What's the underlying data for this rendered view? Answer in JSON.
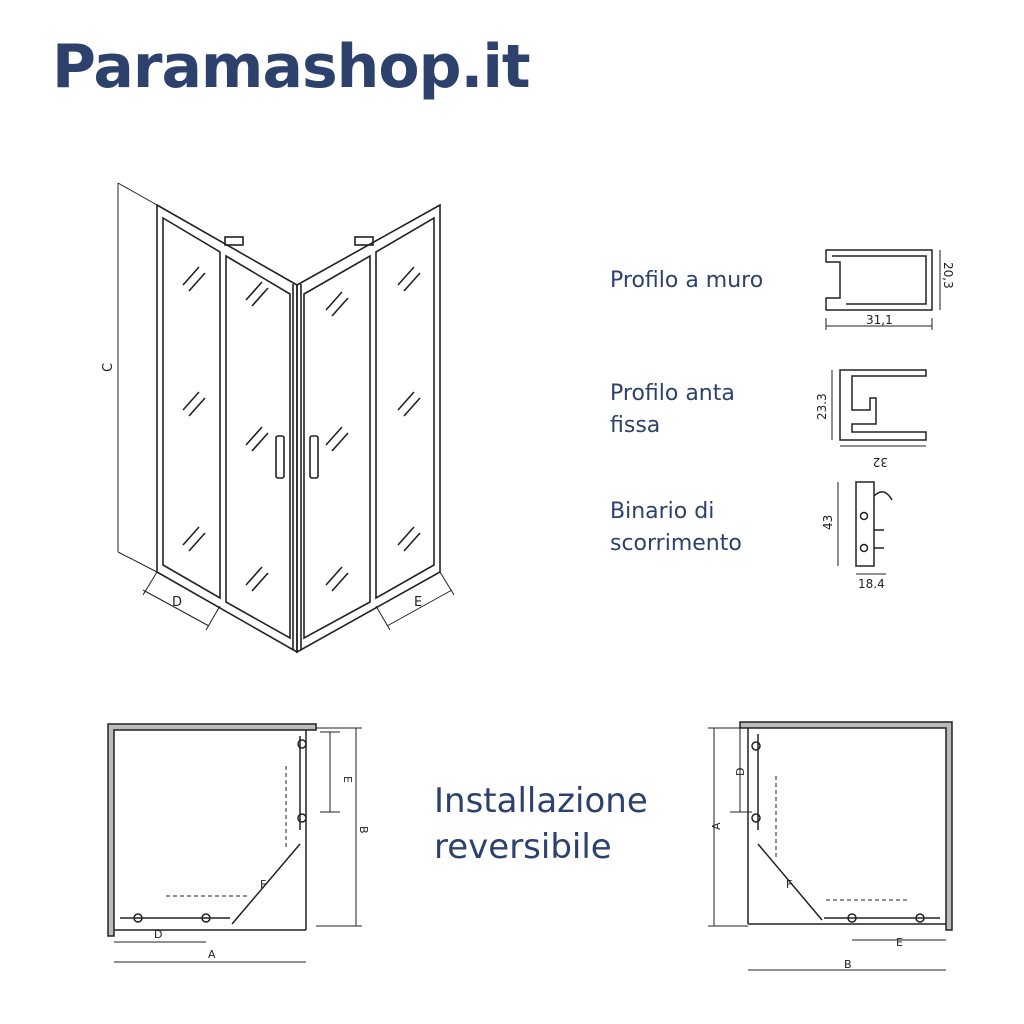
{
  "brand": {
    "name": "Paramashop.it"
  },
  "profiles": [
    {
      "label": "Profilo a muro",
      "dims": [
        "31,1",
        "20,3"
      ]
    },
    {
      "label": "Profilo anta fissa",
      "dims": [
        "32",
        "23.3"
      ]
    },
    {
      "label": "Binario di scorrimento",
      "dims": [
        "18.4",
        "43"
      ]
    }
  ],
  "iso_view": {
    "dims": [
      "C",
      "D",
      "E"
    ]
  },
  "installation": {
    "label": "Installazione reversibile"
  },
  "plan_left": {
    "dims": [
      "E",
      "B",
      "D",
      "A",
      "F"
    ]
  },
  "plan_right": {
    "dims": [
      "A",
      "D",
      "F",
      "E",
      "B"
    ]
  },
  "colors": {
    "brand": "#2c416c",
    "line": "#222222"
  }
}
